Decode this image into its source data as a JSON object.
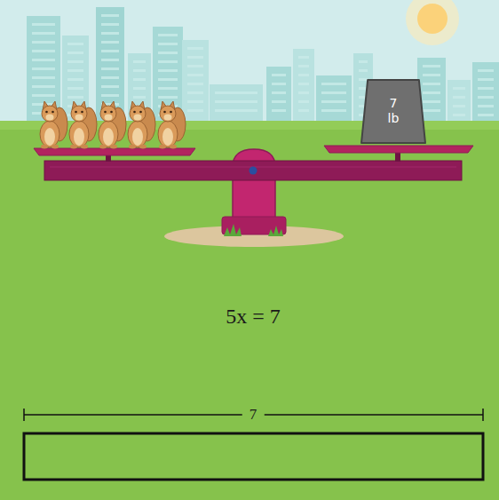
{
  "diagram": {
    "nodes": [
      {
        "text": [
          "7 lb"
        ]
      }
    ],
    "labels": [
      "5x = 7",
      "7"
    ]
  }
}
